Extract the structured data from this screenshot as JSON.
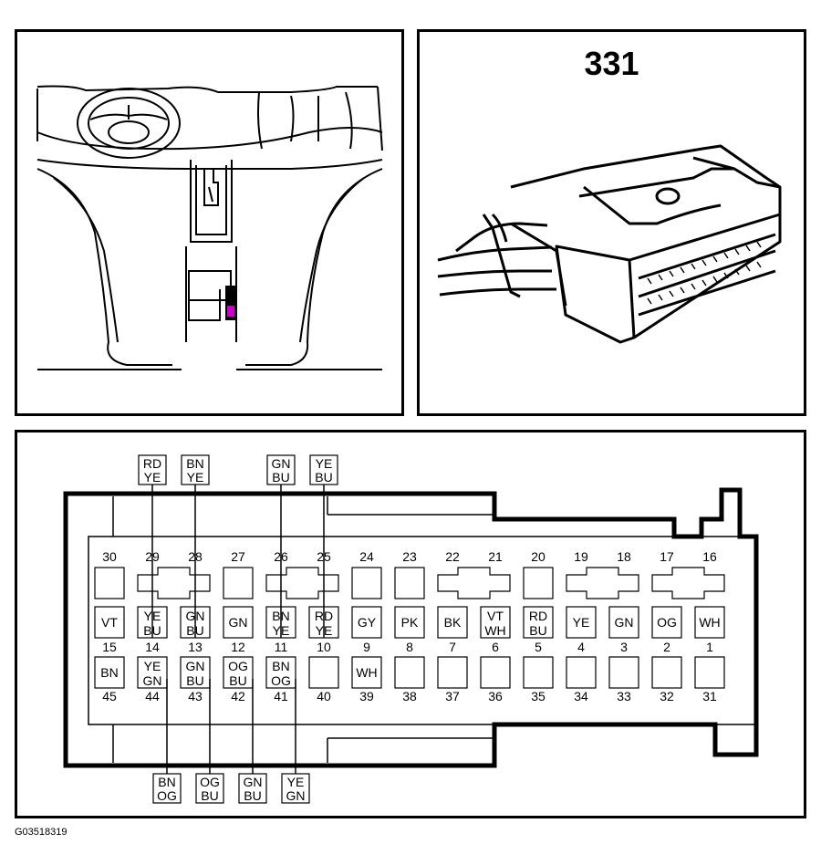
{
  "connector_number": "331",
  "figure_code": "G03518319",
  "pins": {
    "row1": [
      {
        "num": "30"
      },
      {
        "num": "29"
      },
      {
        "num": "28"
      },
      {
        "num": "27"
      },
      {
        "num": "26"
      },
      {
        "num": "25"
      },
      {
        "num": "24"
      },
      {
        "num": "23"
      },
      {
        "num": "22"
      },
      {
        "num": "21"
      },
      {
        "num": "20"
      },
      {
        "num": "19"
      },
      {
        "num": "18"
      },
      {
        "num": "17"
      },
      {
        "num": "16"
      }
    ],
    "row2": [
      {
        "num": "15",
        "color": [
          "VT"
        ]
      },
      {
        "num": "14",
        "color": [
          "YE",
          "BU"
        ]
      },
      {
        "num": "13",
        "color": [
          "GN",
          "BU"
        ]
      },
      {
        "num": "12",
        "color": [
          "GN"
        ]
      },
      {
        "num": "11",
        "color": [
          "BN",
          "YE"
        ]
      },
      {
        "num": "10",
        "color": [
          "RD",
          "YE"
        ]
      },
      {
        "num": "9",
        "color": [
          "GY"
        ]
      },
      {
        "num": "8",
        "color": [
          "PK"
        ]
      },
      {
        "num": "7",
        "color": [
          "BK"
        ]
      },
      {
        "num": "6",
        "color": [
          "VT",
          "WH"
        ]
      },
      {
        "num": "5",
        "color": [
          "RD",
          "BU"
        ]
      },
      {
        "num": "4",
        "color": [
          "YE"
        ]
      },
      {
        "num": "3",
        "color": [
          "GN"
        ]
      },
      {
        "num": "2",
        "color": [
          "OG"
        ]
      },
      {
        "num": "1",
        "color": [
          "WH"
        ]
      }
    ],
    "row3": [
      {
        "num": "45",
        "color": [
          "BN"
        ]
      },
      {
        "num": "44",
        "color": [
          "YE",
          "GN"
        ]
      },
      {
        "num": "43",
        "color": [
          "GN",
          "BU"
        ]
      },
      {
        "num": "42",
        "color": [
          "OG",
          "BU"
        ]
      },
      {
        "num": "41",
        "color": [
          "BN",
          "OG"
        ]
      },
      {
        "num": "40",
        "color": []
      },
      {
        "num": "39",
        "color": [
          "WH"
        ]
      },
      {
        "num": "38",
        "color": []
      },
      {
        "num": "37",
        "color": []
      },
      {
        "num": "36",
        "color": []
      },
      {
        "num": "35",
        "color": []
      },
      {
        "num": "34",
        "color": []
      },
      {
        "num": "33",
        "color": []
      },
      {
        "num": "32",
        "color": []
      },
      {
        "num": "31",
        "color": []
      }
    ]
  },
  "top_wires": [
    {
      "pin": "29",
      "label": [
        "RD",
        "YE"
      ]
    },
    {
      "pin": "28",
      "label": [
        "BN",
        "YE"
      ]
    },
    {
      "pin": "26",
      "label": [
        "GN",
        "BU"
      ]
    },
    {
      "pin": "25",
      "label": [
        "YE",
        "BU"
      ]
    }
  ],
  "bottom_wires": [
    {
      "pin": "44",
      "label": [
        "BN",
        "OG"
      ]
    },
    {
      "pin": "43",
      "label": [
        "OG",
        "BU"
      ]
    },
    {
      "pin": "42",
      "label": [
        "GN",
        "BU"
      ]
    },
    {
      "pin": "41",
      "label": [
        "YE",
        "GN"
      ]
    }
  ],
  "highlight_color": "#cc00cc"
}
